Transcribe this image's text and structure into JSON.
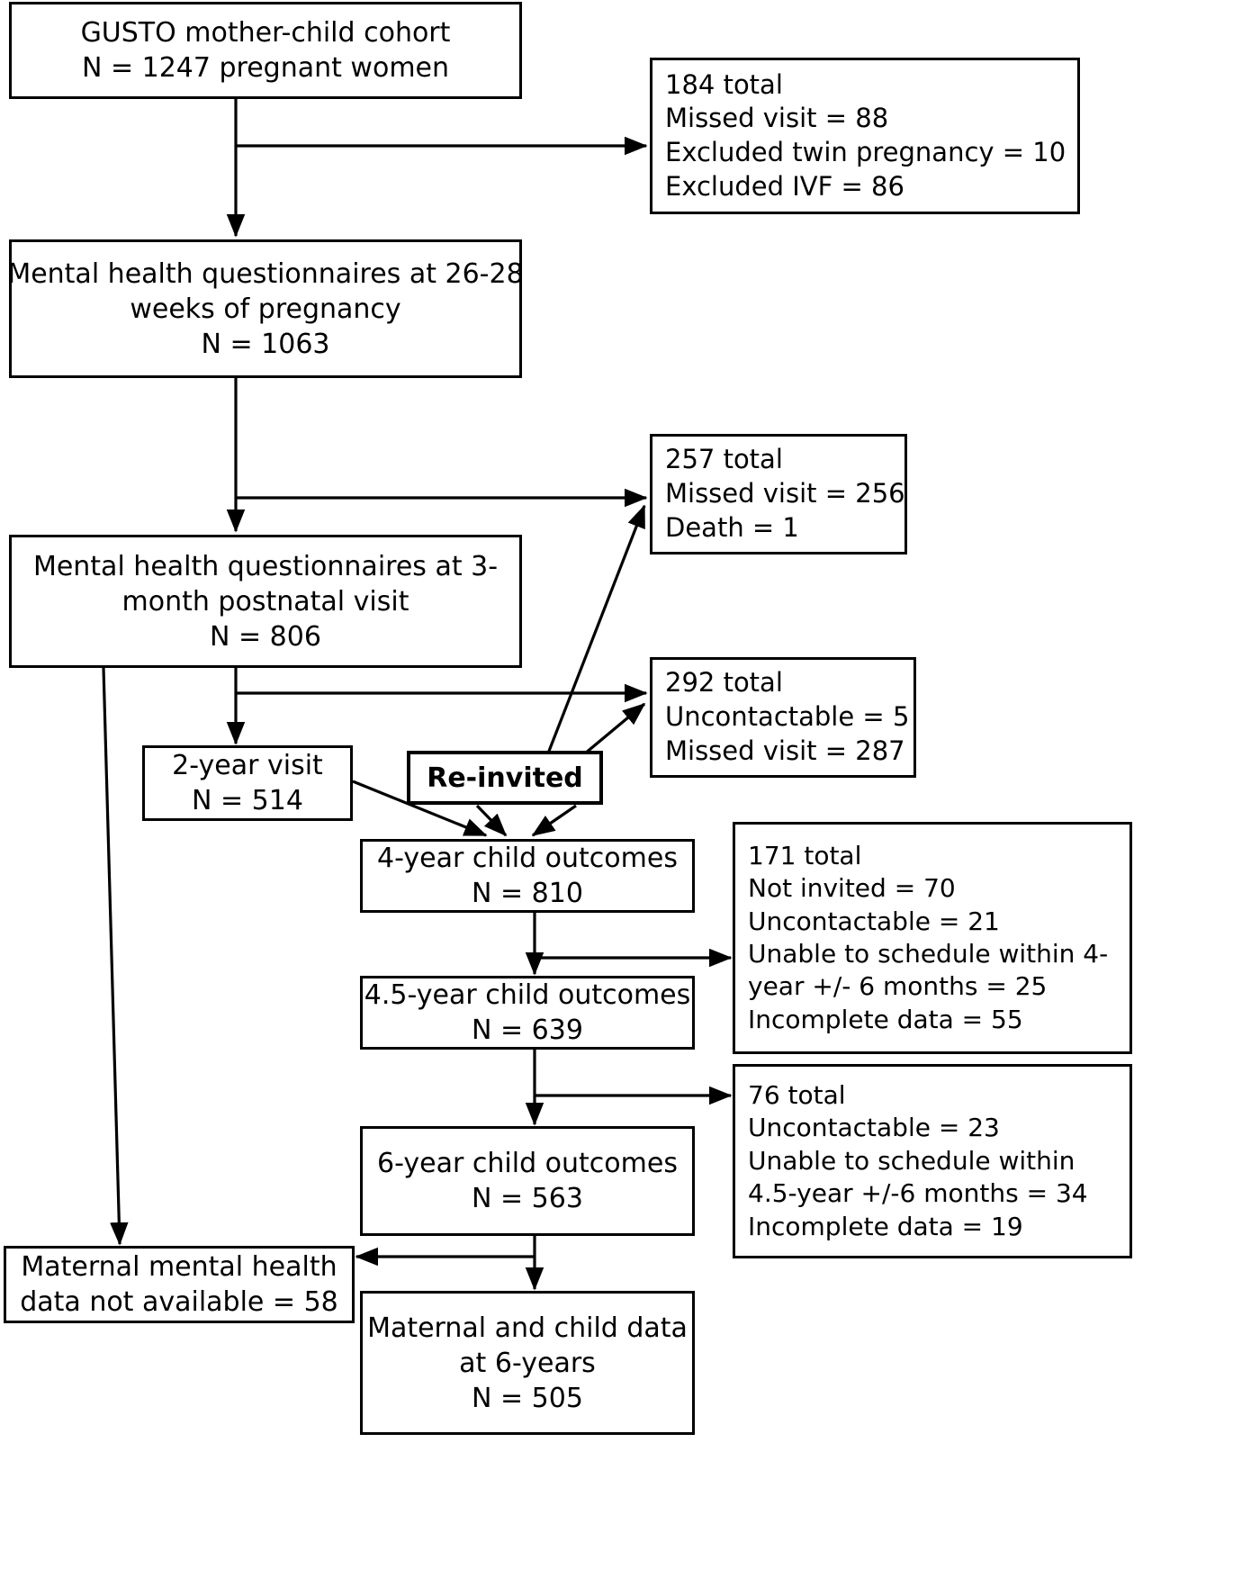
{
  "diagram": {
    "title": "GUSTO mother-child cohort participant flow",
    "type": "flowchart",
    "stroke_color": "#000000",
    "background_color": "#ffffff"
  },
  "nodes": {
    "cohort": {
      "lines": [
        "GUSTO mother-child cohort",
        "N = 1247 pregnant women"
      ]
    },
    "excl_184": {
      "lines": [
        "184 total",
        "Missed visit = 88",
        "Excluded twin pregnancy = 10",
        "Excluded IVF = 86"
      ]
    },
    "mh_26_28": {
      "lines": [
        "Mental health questionnaires at 26-28",
        "weeks of pregnancy",
        "N = 1063"
      ]
    },
    "excl_257": {
      "lines": [
        "257 total",
        "Missed visit = 256",
        "Death = 1"
      ]
    },
    "mh_3month": {
      "lines": [
        "Mental health questionnaires at 3-",
        "month postnatal visit",
        "N = 806"
      ]
    },
    "excl_292": {
      "lines": [
        "292 total",
        "Uncontactable = 5",
        "Missed visit = 287"
      ]
    },
    "visit_2year": {
      "lines": [
        "2-year visit",
        "N = 514"
      ]
    },
    "reinvited": {
      "lines": [
        "Re-invited"
      ]
    },
    "outcomes_4year": {
      "lines": [
        "4-year child outcomes",
        "N = 810"
      ]
    },
    "excl_171": {
      "lines": [
        "171 total",
        "Not invited = 70",
        "Uncontactable = 21",
        "Unable to schedule within 4-",
        "year +/- 6 months = 25",
        "Incomplete data = 55"
      ]
    },
    "outcomes_45year": {
      "lines": [
        "4.5-year child outcomes",
        "N = 639"
      ]
    },
    "excl_76": {
      "lines": [
        "76 total",
        "Uncontactable = 23",
        "Unable to schedule within",
        "4.5-year +/-6 months = 34",
        "Incomplete data = 19"
      ]
    },
    "outcomes_6year": {
      "lines": [
        "6-year child outcomes",
        "N = 563"
      ]
    },
    "maternal_unavailable": {
      "lines": [
        "Maternal mental health",
        "data not available = 58"
      ]
    },
    "final_data": {
      "lines": [
        "Maternal and child data",
        "at 6-years",
        "N = 505"
      ]
    }
  }
}
